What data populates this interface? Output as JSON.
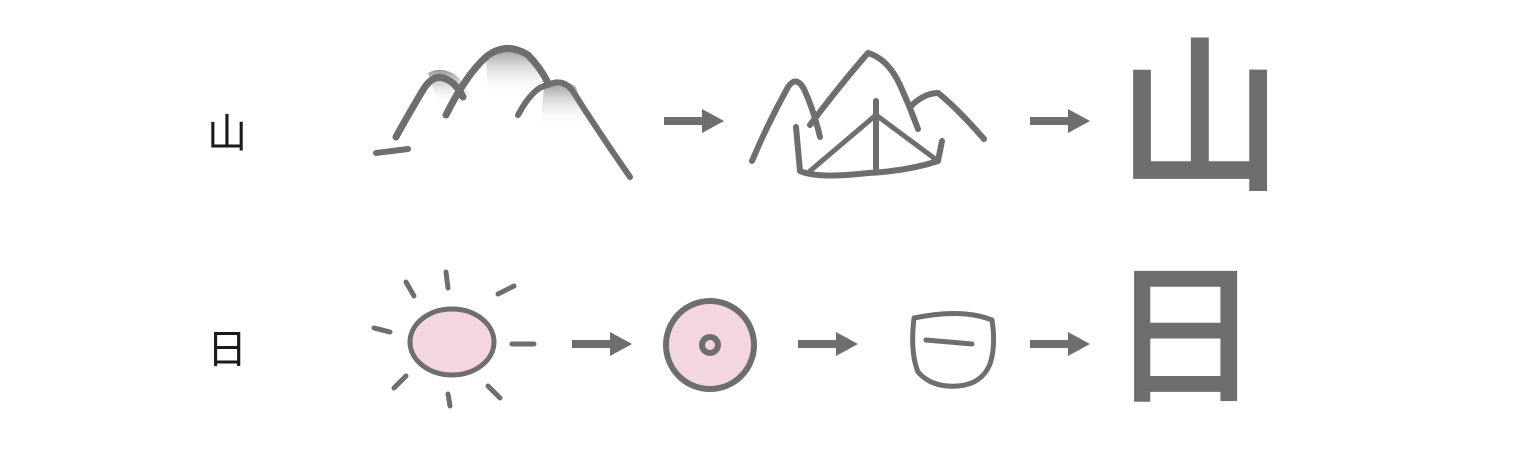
{
  "rows": [
    {
      "name": "mountain",
      "label": "山",
      "final_character": "山",
      "stages": [
        "mountain-drawing",
        "mountain-pictograph",
        "mountain-character"
      ]
    },
    {
      "name": "sun",
      "label": "日",
      "final_character": "日",
      "stages": [
        "sun-drawing",
        "sun-pictograph",
        "sun-early-glyph",
        "sun-character"
      ]
    }
  ],
  "colors": {
    "ink": "#6e6e6e",
    "sun_fill": "#f4d6e2",
    "label": "#1a1a1a",
    "background": "#ffffff"
  }
}
